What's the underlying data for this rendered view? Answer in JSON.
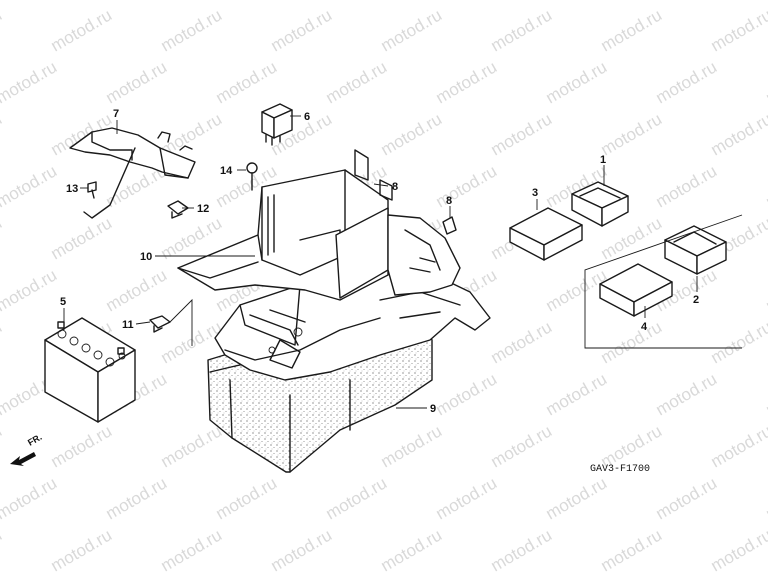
{
  "diagram": {
    "code": "GAV3-F1700",
    "direction_label": "FR.",
    "watermark": "motod.ru",
    "parts": [
      {
        "id": "p1",
        "label": "1"
      },
      {
        "id": "p2",
        "label": "2"
      },
      {
        "id": "p3",
        "label": "3"
      },
      {
        "id": "p4",
        "label": "4"
      },
      {
        "id": "p5",
        "label": "5"
      },
      {
        "id": "p6",
        "label": "6"
      },
      {
        "id": "p7",
        "label": "7"
      },
      {
        "id": "p8a",
        "label": "8"
      },
      {
        "id": "p8b",
        "label": "8"
      },
      {
        "id": "p9",
        "label": "9"
      },
      {
        "id": "p10",
        "label": "10"
      },
      {
        "id": "p11",
        "label": "11"
      },
      {
        "id": "p12",
        "label": "12"
      },
      {
        "id": "p13",
        "label": "13"
      },
      {
        "id": "p14",
        "label": "14"
      }
    ]
  }
}
